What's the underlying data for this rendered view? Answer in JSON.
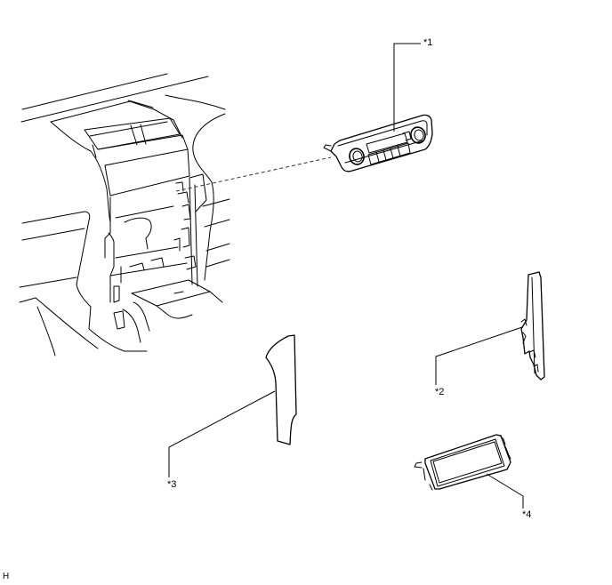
{
  "diagram": {
    "type": "exploded parts illustration",
    "subject": "instrument panel center area with removed components",
    "callouts": [
      {
        "id": "1",
        "label": "*1",
        "part": "air conditioning control assembly (climate control panel with two knobs and button row)"
      },
      {
        "id": "2",
        "label": "*2",
        "part": "vertical side trim panel (right)"
      },
      {
        "id": "3",
        "label": "*3",
        "part": "vertical side trim panel (left)"
      },
      {
        "id": "4",
        "label": "*4",
        "part": "rectangular bezel / display cover"
      }
    ],
    "corner_marker": "H"
  }
}
